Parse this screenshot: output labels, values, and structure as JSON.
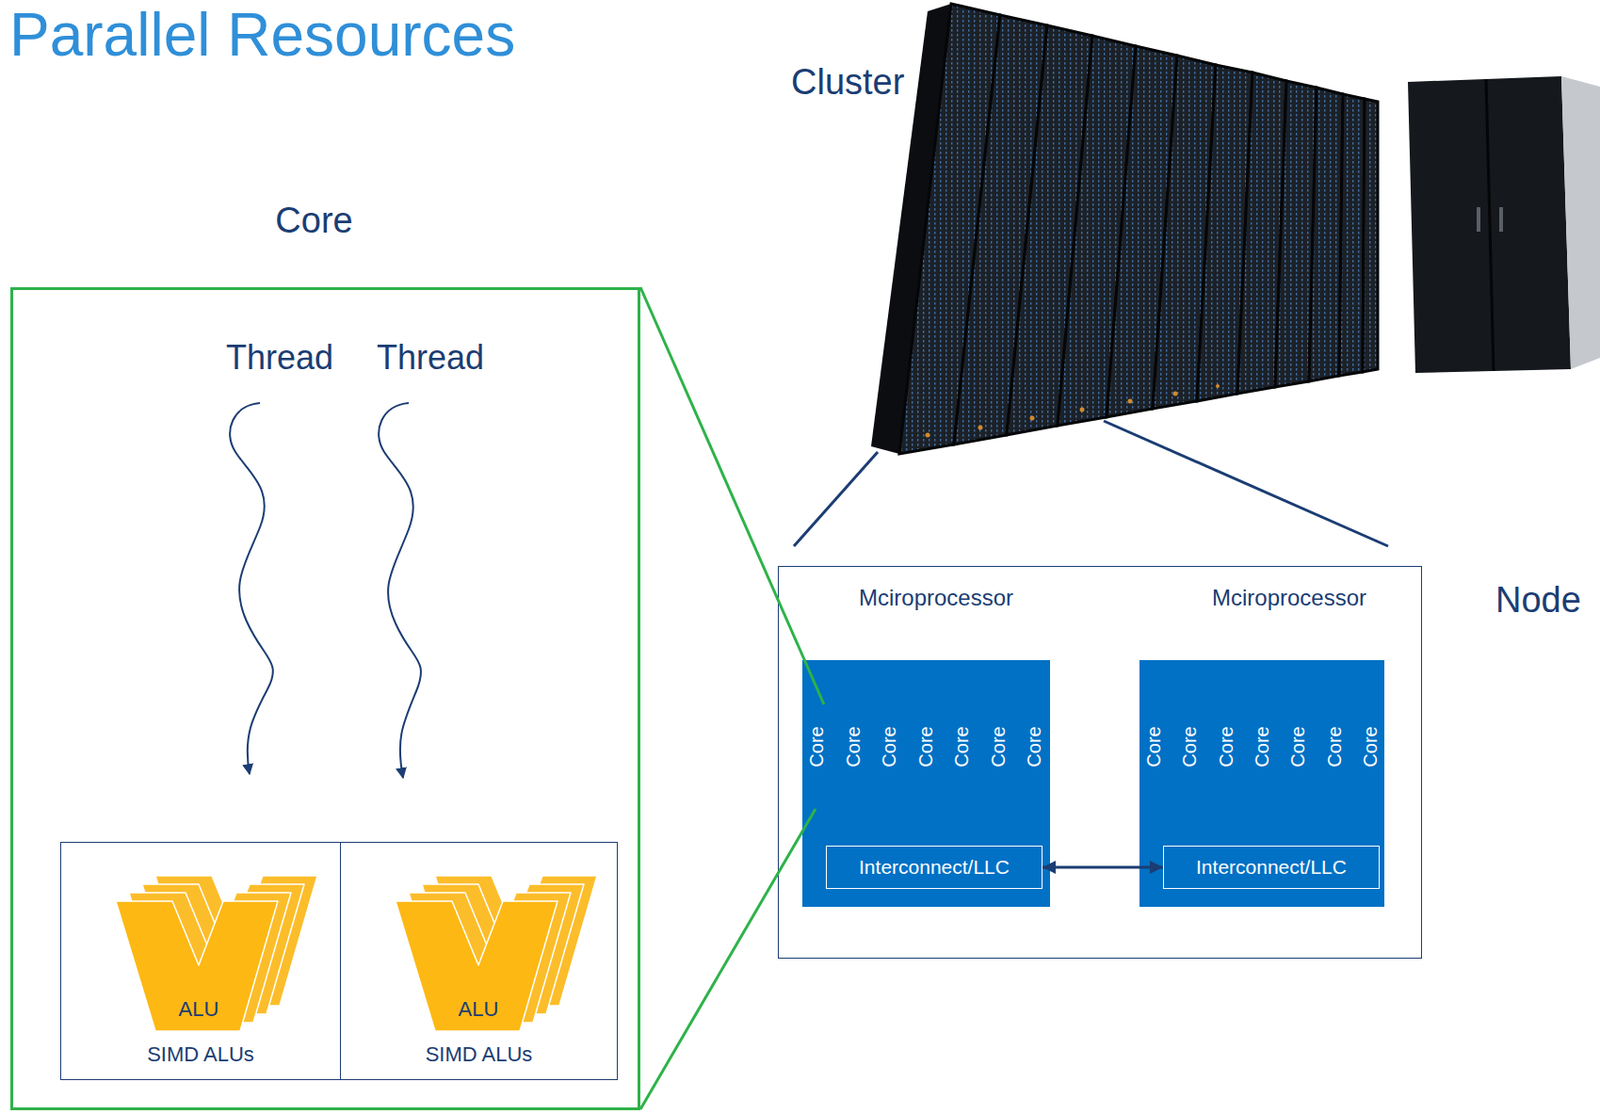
{
  "diagram": {
    "title": "Parallel Resources",
    "nodes": [
      {
        "text": [
          "Core"
        ]
      },
      {
        "text": [
          "ALU",
          "SIMD ALUs"
        ],
        "in": 0
      },
      {
        "text": [
          "ALU",
          "SIMD ALUs"
        ],
        "in": 0
      },
      {
        "text": [
          "Node"
        ]
      },
      {
        "text": [
          "Mciroprocessor",
          "Core",
          "Core",
          "Core",
          "Core",
          "Core",
          "Core",
          "Core"
        ],
        "in": 3
      },
      {
        "text": [
          "Interconnect/LLC"
        ],
        "in": 4
      },
      {
        "text": [
          "Mciroprocessor",
          "Core",
          "Core",
          "Core",
          "Core",
          "Core",
          "Core",
          "Core"
        ],
        "in": 3
      },
      {
        "text": [
          "Interconnect/LLC"
        ],
        "in": 6
      }
    ],
    "edges": [
      {
        "from": 5,
        "to": 7,
        "arrow": "both"
      }
    ],
    "labels": [
      "Cluster",
      "Thread",
      "Thread"
    ]
  }
}
